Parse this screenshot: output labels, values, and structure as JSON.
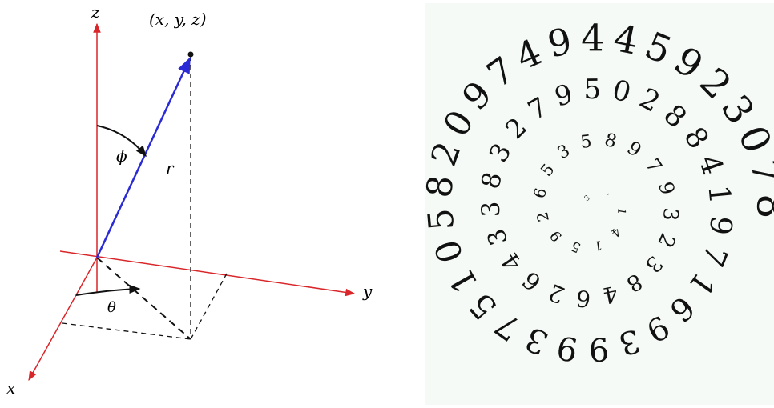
{
  "coordinate_diagram": {
    "point_label": "(x, y, z)",
    "axis_x_label": "x",
    "axis_y_label": "y",
    "axis_z_label": "z",
    "angle_phi_label": "ϕ",
    "angle_theta_label": "θ",
    "radius_label": "r",
    "colors": {
      "axes": "#d9262a",
      "vector": "#2a2ad6",
      "lines": "#111111"
    }
  },
  "pi_spiral": {
    "digits": "3,1415926535897932384626433832795028841971693993751058209749445923078",
    "text_color": "#111111",
    "background": "#f5faf6"
  }
}
